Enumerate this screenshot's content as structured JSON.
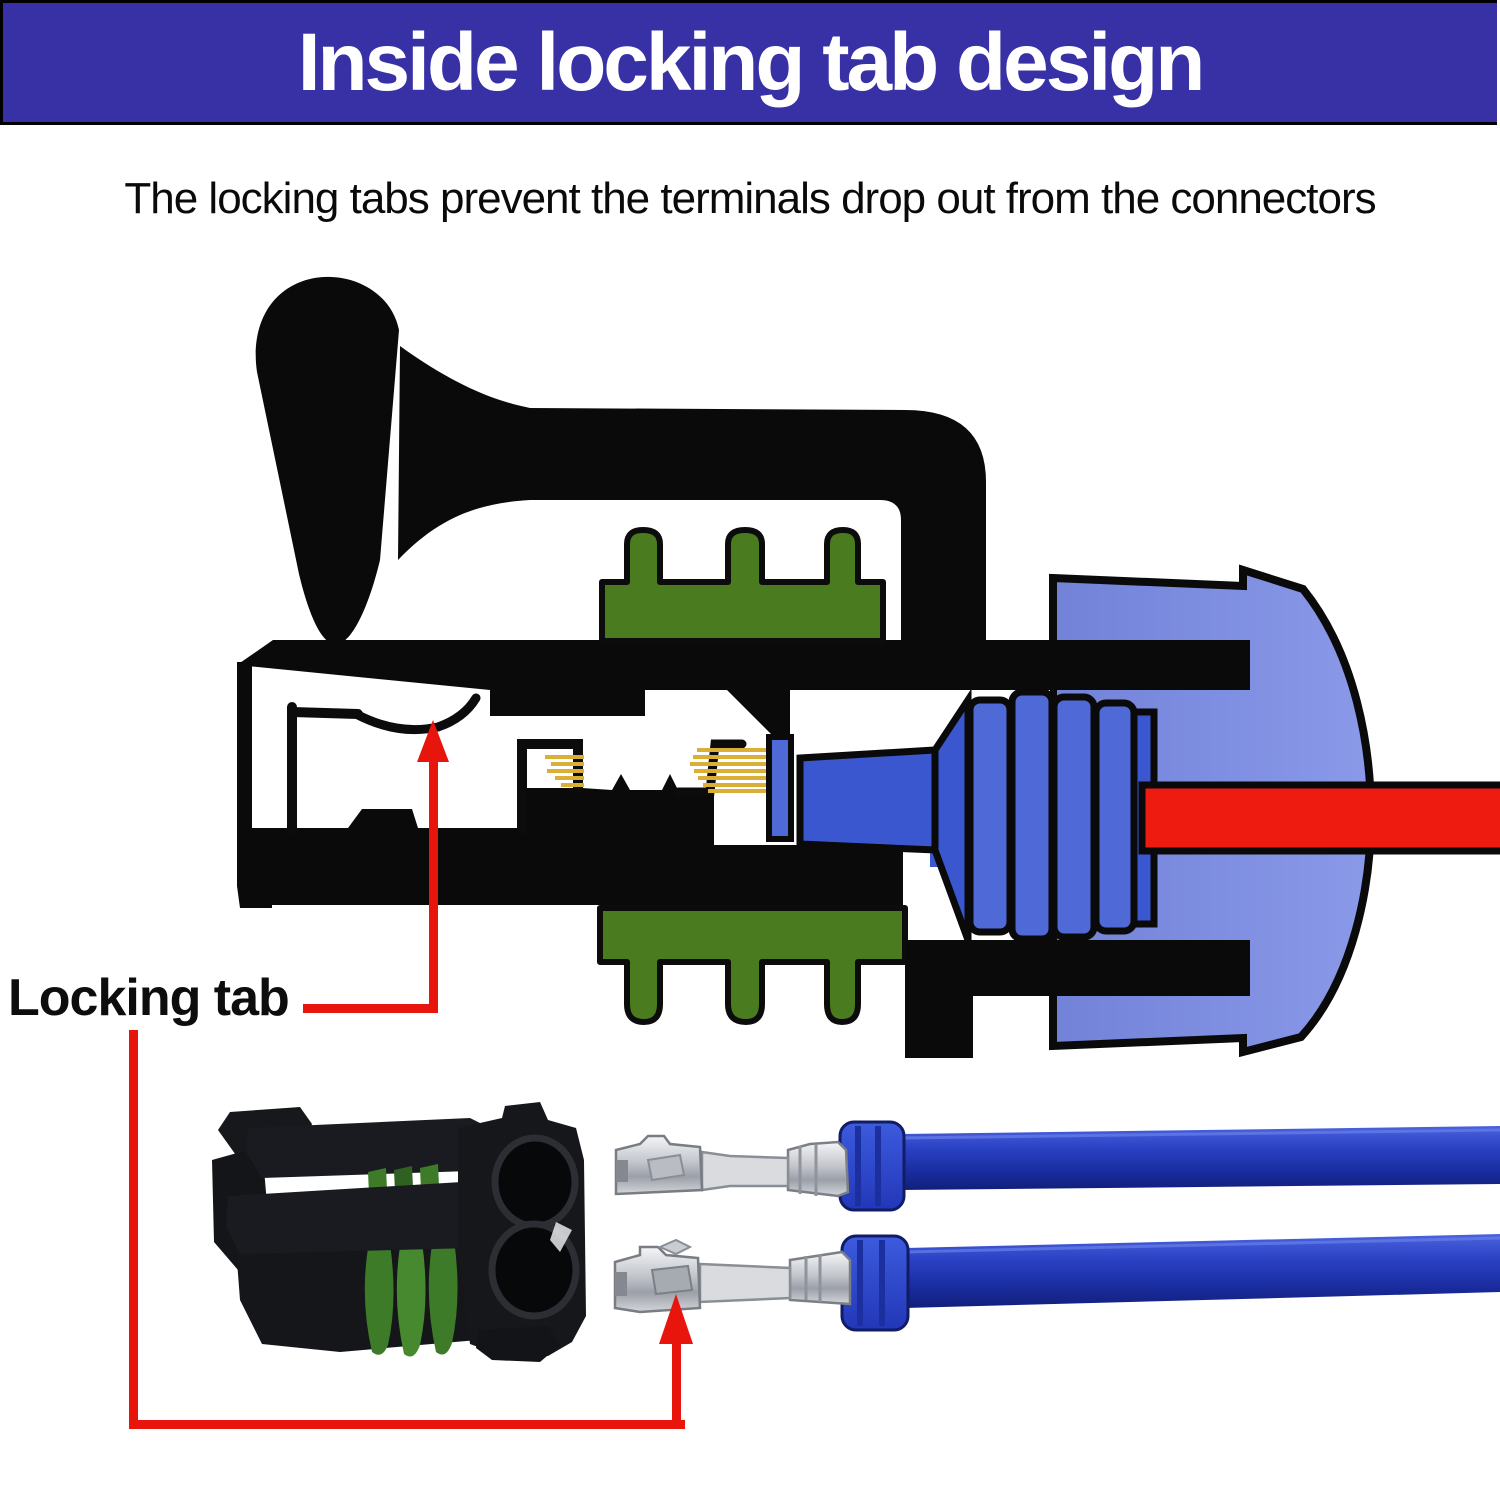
{
  "header": {
    "title": "Inside locking tab design",
    "background": "#3831a6",
    "text_color": "#ffffff"
  },
  "subtitle": "The locking tabs prevent the terminals drop out from the connectors",
  "diagram": {
    "label": "Locking tab",
    "colors": {
      "housing_black": "#0a0a0a",
      "seal_green": "#4a7b1f",
      "cap_blue": "#8191e2",
      "plug_blue": "#3a57d0",
      "plug_blue_light": "#4f6ad6",
      "wire_red": "#ee1b10",
      "strand_gold": "#d9af35",
      "arrow_red": "#e8150d"
    }
  },
  "photo": {
    "colors": {
      "housing_black": "#17181c",
      "seal_green": "#3e7b28",
      "terminal_silver": "#c9ccd2",
      "wire_seal_blue": "#2543cf",
      "wire_blue": "#2038b4"
    }
  }
}
